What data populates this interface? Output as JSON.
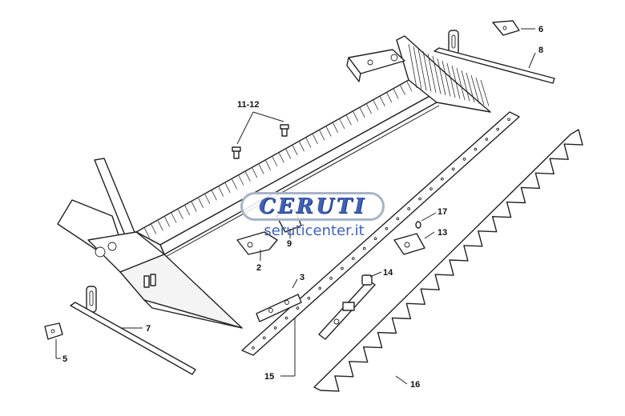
{
  "diagram": {
    "callouts": [
      {
        "id": "c6",
        "label": "6"
      },
      {
        "id": "c8",
        "label": "8"
      },
      {
        "id": "c1112",
        "label": "11-12"
      },
      {
        "id": "c9",
        "label": "9"
      },
      {
        "id": "c2",
        "label": "2"
      },
      {
        "id": "c17",
        "label": "17"
      },
      {
        "id": "c13",
        "label": "13"
      },
      {
        "id": "c3",
        "label": "3"
      },
      {
        "id": "c14",
        "label": "14"
      },
      {
        "id": "c7",
        "label": "7"
      },
      {
        "id": "c5",
        "label": "5"
      },
      {
        "id": "c15",
        "label": "15"
      },
      {
        "id": "c16",
        "label": "16"
      }
    ]
  },
  "watermark": {
    "logo": "CERUTI",
    "site": "seruticenter.it",
    "logo_color": "#3f62b8"
  }
}
